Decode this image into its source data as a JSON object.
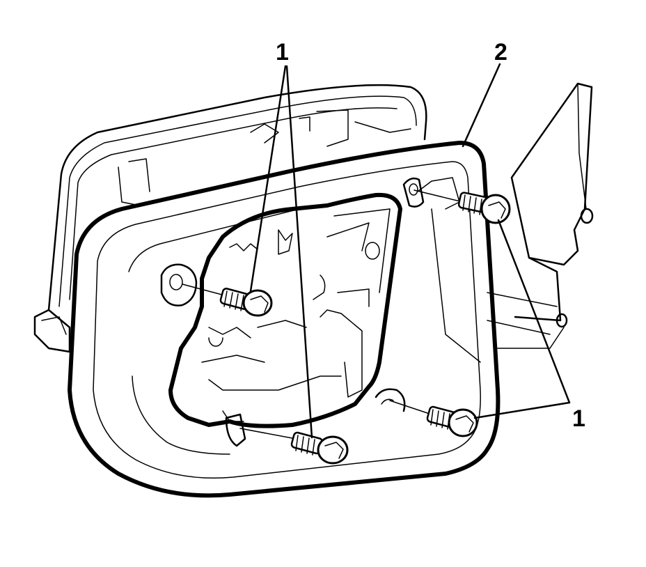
{
  "callouts": [
    {
      "id": "bolt-top",
      "label": "1"
    },
    {
      "id": "housing",
      "label": "2"
    },
    {
      "id": "bolt-right",
      "label": "1"
    }
  ]
}
